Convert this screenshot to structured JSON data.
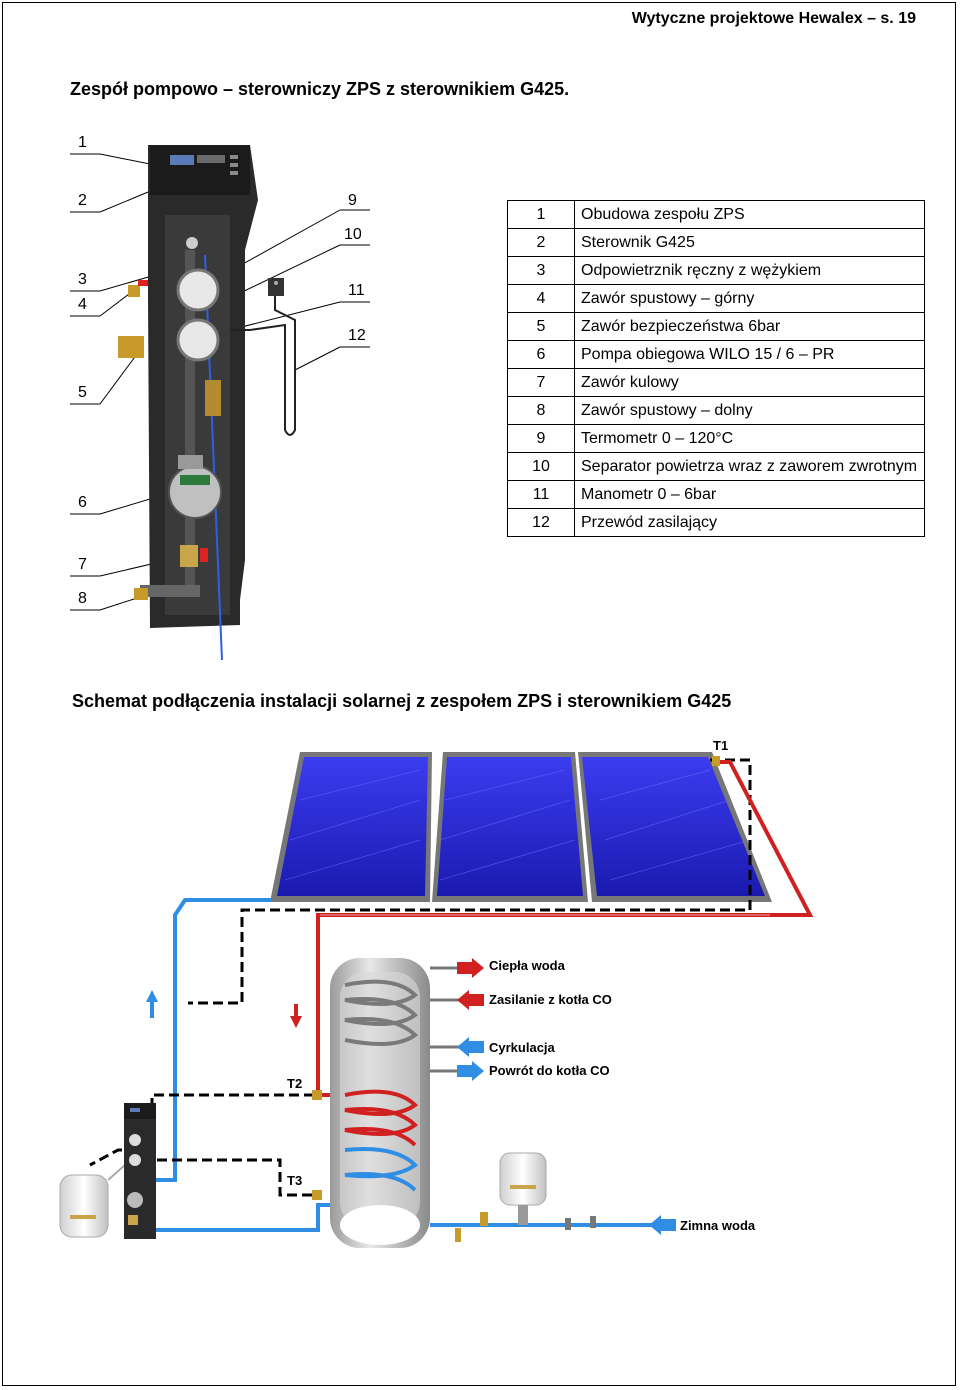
{
  "header": "Wytyczne projektowe Hewalex – s. 19",
  "title": "Zespół pompowo – sterowniczy ZPS z sterownikiem G425.",
  "callouts_left": [
    "1",
    "2",
    "3",
    "4",
    "5",
    "6",
    "7",
    "8"
  ],
  "callouts_right": [
    "9",
    "10",
    "11",
    "12"
  ],
  "legend": [
    {
      "n": "1",
      "text": "Obudowa zespołu ZPS"
    },
    {
      "n": "2",
      "text": "Sterownik G425"
    },
    {
      "n": "3",
      "text": "Odpowietrznik ręczny z wężykiem"
    },
    {
      "n": "4",
      "text": "Zawór spustowy – górny"
    },
    {
      "n": "5",
      "text": "Zawór bezpieczeństwa 6bar"
    },
    {
      "n": "6",
      "text": "Pompa obiegowa WILO 15 / 6 – PR"
    },
    {
      "n": "7",
      "text": "Zawór kulowy"
    },
    {
      "n": "8",
      "text": "Zawór spustowy – dolny"
    },
    {
      "n": "9",
      "text": "Termometr 0 – 120°C"
    },
    {
      "n": "10",
      "text": "Separator powietrza wraz z zaworem zwrotnym"
    },
    {
      "n": "11",
      "text": "Manometr 0 – 6bar"
    },
    {
      "n": "12",
      "text": "Przewód zasilający"
    }
  ],
  "schema_title": "Schemat podłączenia instalacji solarnej z zespołem ZPS i sterownikiem G425",
  "sensors": {
    "t1": "T1",
    "t2": "T2",
    "t3": "T3"
  },
  "connections": {
    "hot_water": "Ciepła woda",
    "boiler_supply": "Zasilanie z kotła CO",
    "circulation": "Cyrkulacja",
    "boiler_return": "Powrót do kotła CO",
    "cold_water": "Zimna woda"
  }
}
